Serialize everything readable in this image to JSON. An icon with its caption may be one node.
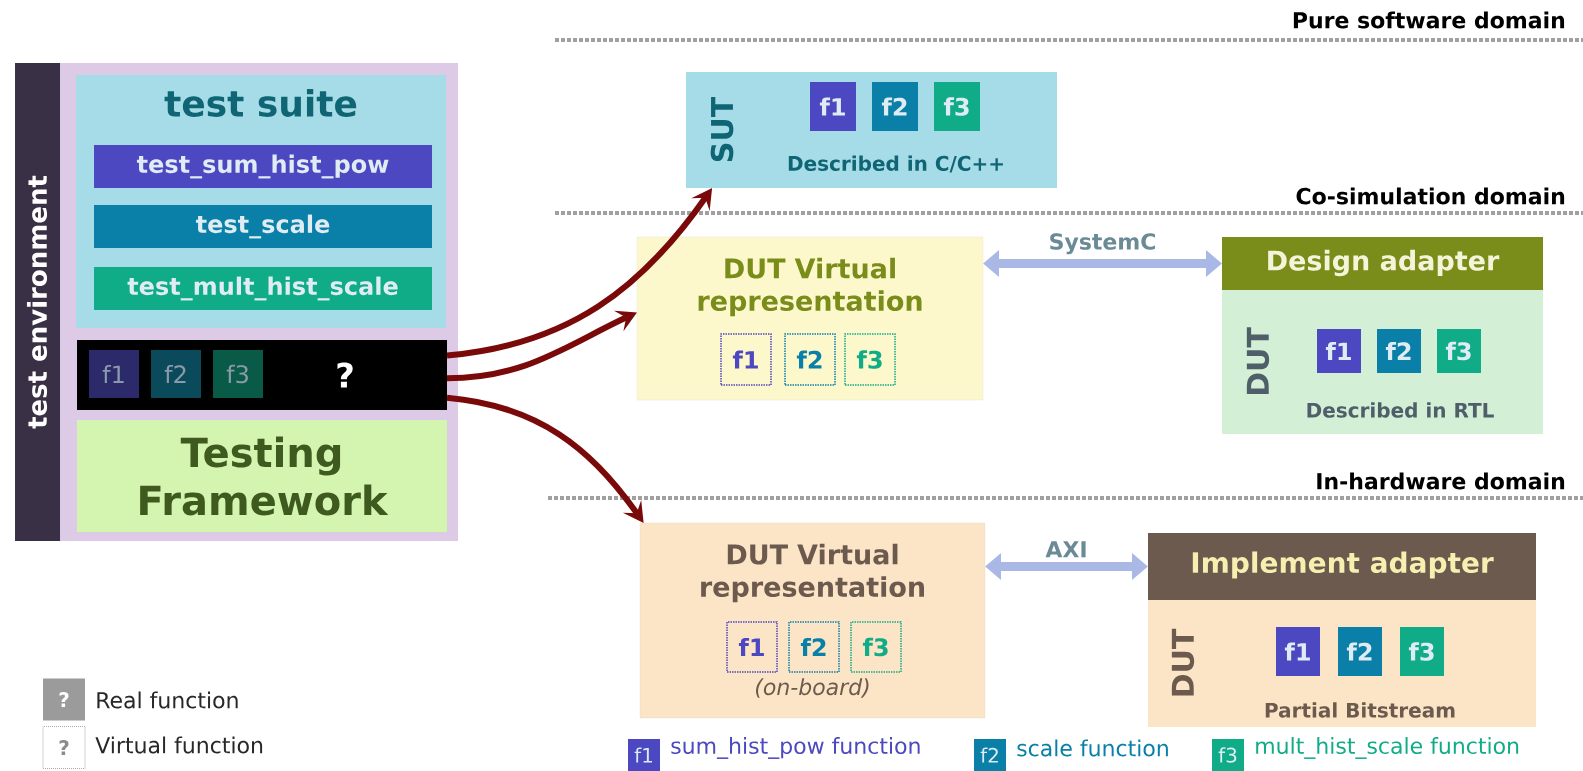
{
  "diagram": {
    "nodes": [
      {
        "text": [
          "test environment"
        ]
      },
      {
        "text": [
          "test suite"
        ],
        "in": 0
      },
      {
        "text": [
          "test_sum_hist_pow"
        ],
        "in": 1
      },
      {
        "text": [
          "test_scale"
        ],
        "in": 1
      },
      {
        "text": [
          "test_mult_hist_scale"
        ],
        "in": 1
      },
      {
        "text": [
          "?"
        ],
        "in": 0
      },
      {
        "text": [
          "f1"
        ],
        "in": 5
      },
      {
        "text": [
          "f2"
        ],
        "in": 5
      },
      {
        "text": [
          "f3"
        ],
        "in": 5
      },
      {
        "text": [
          "Testing Framework"
        ],
        "in": 0
      },
      {
        "text": [
          "SUT",
          "Described in C/C++"
        ]
      },
      {
        "text": [
          "f1"
        ],
        "in": 10
      },
      {
        "text": [
          "f2"
        ],
        "in": 10
      },
      {
        "text": [
          "f3"
        ],
        "in": 10
      },
      {
        "text": [
          "DUT Virtual representation"
        ]
      },
      {
        "text": [
          "f1"
        ],
        "in": 14
      },
      {
        "text": [
          "f2"
        ],
        "in": 14
      },
      {
        "text": [
          "f3"
        ],
        "in": 14
      },
      {
        "text": [
          "Design adapter"
        ]
      },
      {
        "text": [
          "DUT",
          "Described in RTL"
        ]
      },
      {
        "text": [
          "f1"
        ],
        "in": 19
      },
      {
        "text": [
          "f2"
        ],
        "in": 19
      },
      {
        "text": [
          "f3"
        ],
        "in": 19
      },
      {
        "text": [
          "DUT Virtual representation",
          "(on-board)"
        ]
      },
      {
        "text": [
          "f1"
        ],
        "in": 23
      },
      {
        "text": [
          "f2"
        ],
        "in": 23
      },
      {
        "text": [
          "f3"
        ],
        "in": 23
      },
      {
        "text": [
          "Implement adapter"
        ]
      },
      {
        "text": [
          "DUT",
          "Partial Bitstream"
        ]
      },
      {
        "text": [
          "f1"
        ],
        "in": 28
      },
      {
        "text": [
          "f2"
        ],
        "in": 28
      },
      {
        "text": [
          "f3"
        ],
        "in": 28
      }
    ],
    "edges": [
      {
        "from": 5,
        "to": 10,
        "arrow": "to",
        "color": "#7a0a0a"
      },
      {
        "from": 5,
        "to": 14,
        "arrow": "to",
        "color": "#7a0a0a"
      },
      {
        "from": 5,
        "to": 23,
        "arrow": "to",
        "color": "#7a0a0a"
      },
      {
        "from": 14,
        "to": 18,
        "arrow": "both",
        "label": "SystemC",
        "color": "#aab8e6"
      },
      {
        "from": 23,
        "to": 27,
        "arrow": "both",
        "label": "AXI",
        "color": "#aab8e6"
      }
    ],
    "labels": [
      "Pure software domain",
      "Co-simulation domain",
      "In-hardware domain",
      "?",
      "?",
      "f1",
      "f2",
      "f3"
    ],
    "legend": [
      {
        "text": "Real function"
      },
      {
        "text": "Virtual function"
      },
      {
        "text": "sum_hist_pow function",
        "color": "#4b48c1"
      },
      {
        "text": "scale function",
        "color": "#0a80a8"
      },
      {
        "text": "mult_hist_scale function",
        "color": "#10ac88"
      }
    ]
  }
}
